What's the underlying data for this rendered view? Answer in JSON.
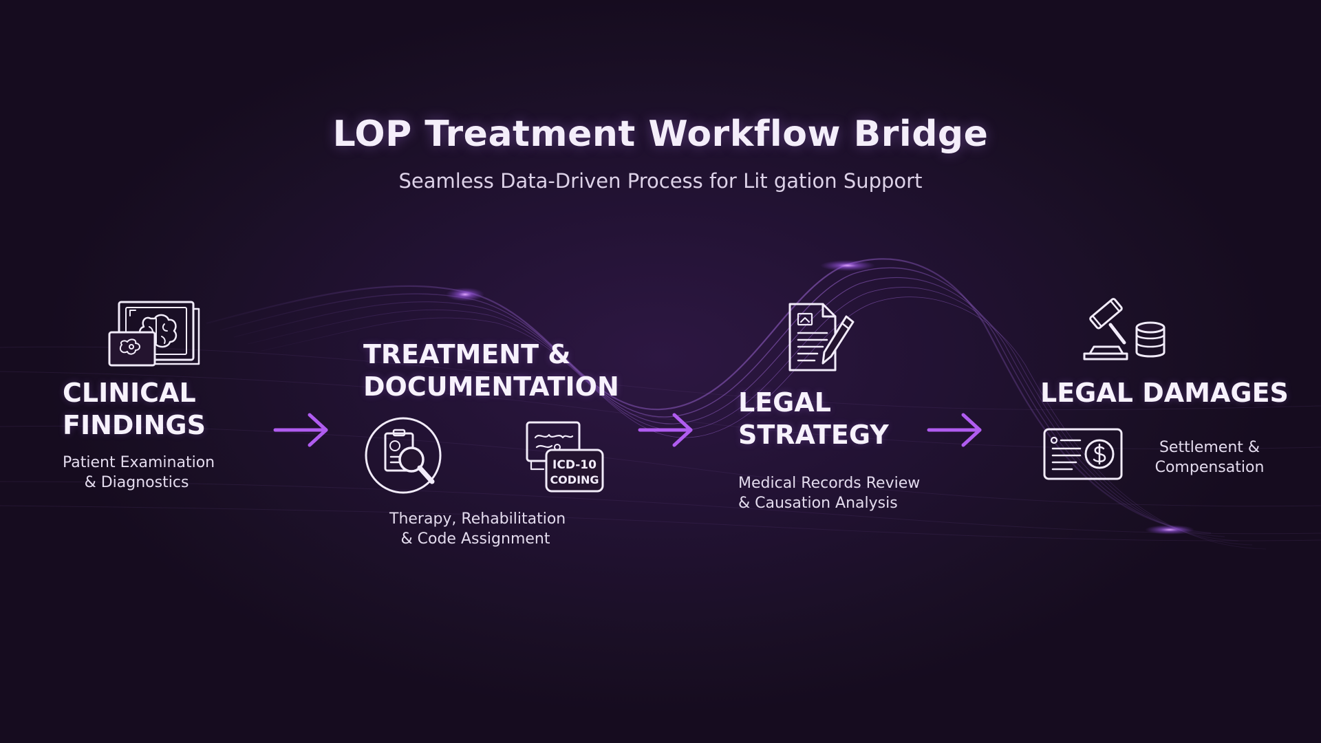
{
  "header": {
    "title": "LOP Treatment Workflow Bridge",
    "subtitle": "Seamless Data-Driven Process for Lit  gation Support"
  },
  "stages": [
    {
      "title_lines": [
        "CLINICAL",
        "FINDINGS"
      ],
      "desc_lines": [
        "Patient Examination",
        "& Diagnostics"
      ],
      "icon": "brain-scan-icon"
    },
    {
      "title_lines": [
        "TREATMENT &",
        "DOCUMENTATION"
      ],
      "desc_lines": [
        "Therapy, Rehabilitation",
        "& Code Assignment"
      ],
      "icon": "clipboard-magnifier-icon",
      "badge_lines": [
        "ICD-10",
        "CODING"
      ]
    },
    {
      "title_lines": [
        "LEGAL",
        "STRATEGY"
      ],
      "desc_lines": [
        "Medical Records Review",
        "& Causation Analysis"
      ],
      "icon": "document-pen-icon"
    },
    {
      "title_lines": [
        "LEGAL DAMAGES"
      ],
      "desc_lines": [
        "Settlement &",
        "Compensation"
      ],
      "icon": "gavel-coins-icon"
    }
  ],
  "colors": {
    "accent": "#b05cf0",
    "background": "#1a0f24",
    "text": "#f7f2fc"
  }
}
